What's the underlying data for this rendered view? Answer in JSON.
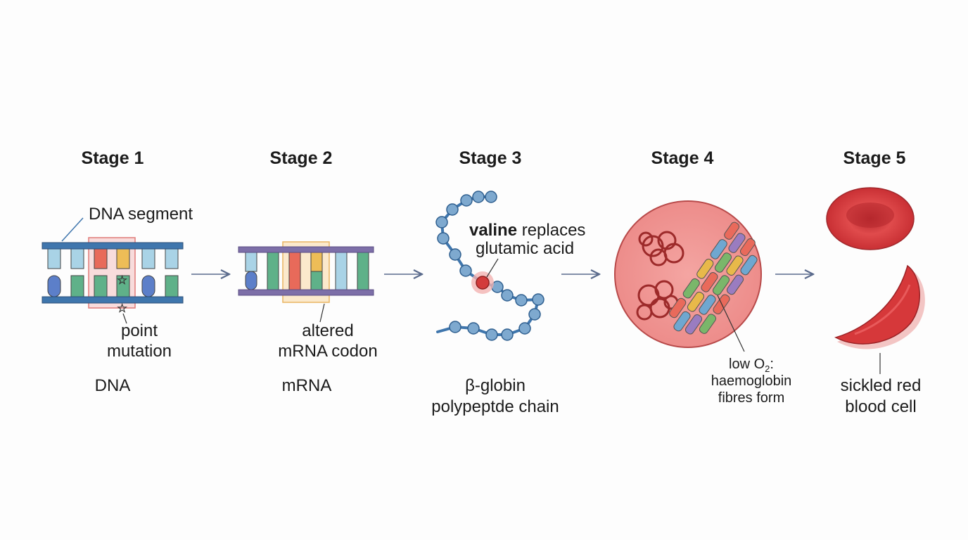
{
  "colors": {
    "dna_strand": "#3f76ad",
    "mrna_strand": "#7d6fa8",
    "highlight_red": "#e07b78",
    "highlight_orange": "#e9b462",
    "bead": "#7ea9cf",
    "mutant_residue": "#d33b3b",
    "rbc": "#d6383a",
    "arrow": "#5a6a8c"
  },
  "stages": [
    {
      "header": "Stage 1",
      "callout": "DNA segment",
      "note": [
        "point",
        "mutation"
      ],
      "caption": "DNA"
    },
    {
      "header": "Stage 2",
      "note": [
        "altered",
        "mRNA codon"
      ],
      "caption": "mRNA"
    },
    {
      "header": "Stage 3",
      "callout_bold": "valine",
      "callout_rest": "replaces",
      "callout_line2": "glutamic acid",
      "caption": [
        "β-globin",
        "polypeptde chain"
      ]
    },
    {
      "header": "Stage 4",
      "note_line1_pre": "low O",
      "note_line1_sub": "2",
      "note_line1_post": ":",
      "note_line2": "haemoglobin",
      "note_line3": "fibres form"
    },
    {
      "header": "Stage 5",
      "caption": [
        "sickled red",
        "blood cell"
      ]
    }
  ]
}
